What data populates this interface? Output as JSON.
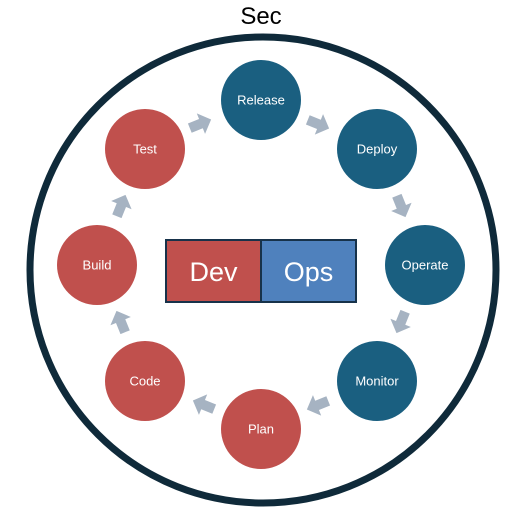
{
  "title": "Sec",
  "center": {
    "left_label": "Dev",
    "right_label": "Ops"
  },
  "colors": {
    "outer_ring": "#0f2a3a",
    "dev": "#c0504d",
    "ops": "#1a5f80",
    "ops_box": "#4f81bd",
    "arrow": "#a6b3c2",
    "box_border": "#17324a"
  },
  "nodes": [
    {
      "label": "Release",
      "group": "ops"
    },
    {
      "label": "Deploy",
      "group": "ops"
    },
    {
      "label": "Operate",
      "group": "ops"
    },
    {
      "label": "Monitor",
      "group": "ops"
    },
    {
      "label": "Plan",
      "group": "dev"
    },
    {
      "label": "Code",
      "group": "dev"
    },
    {
      "label": "Build",
      "group": "dev"
    },
    {
      "label": "Test",
      "group": "dev"
    }
  ],
  "arrow_icon": "chevron-arrow-icon"
}
